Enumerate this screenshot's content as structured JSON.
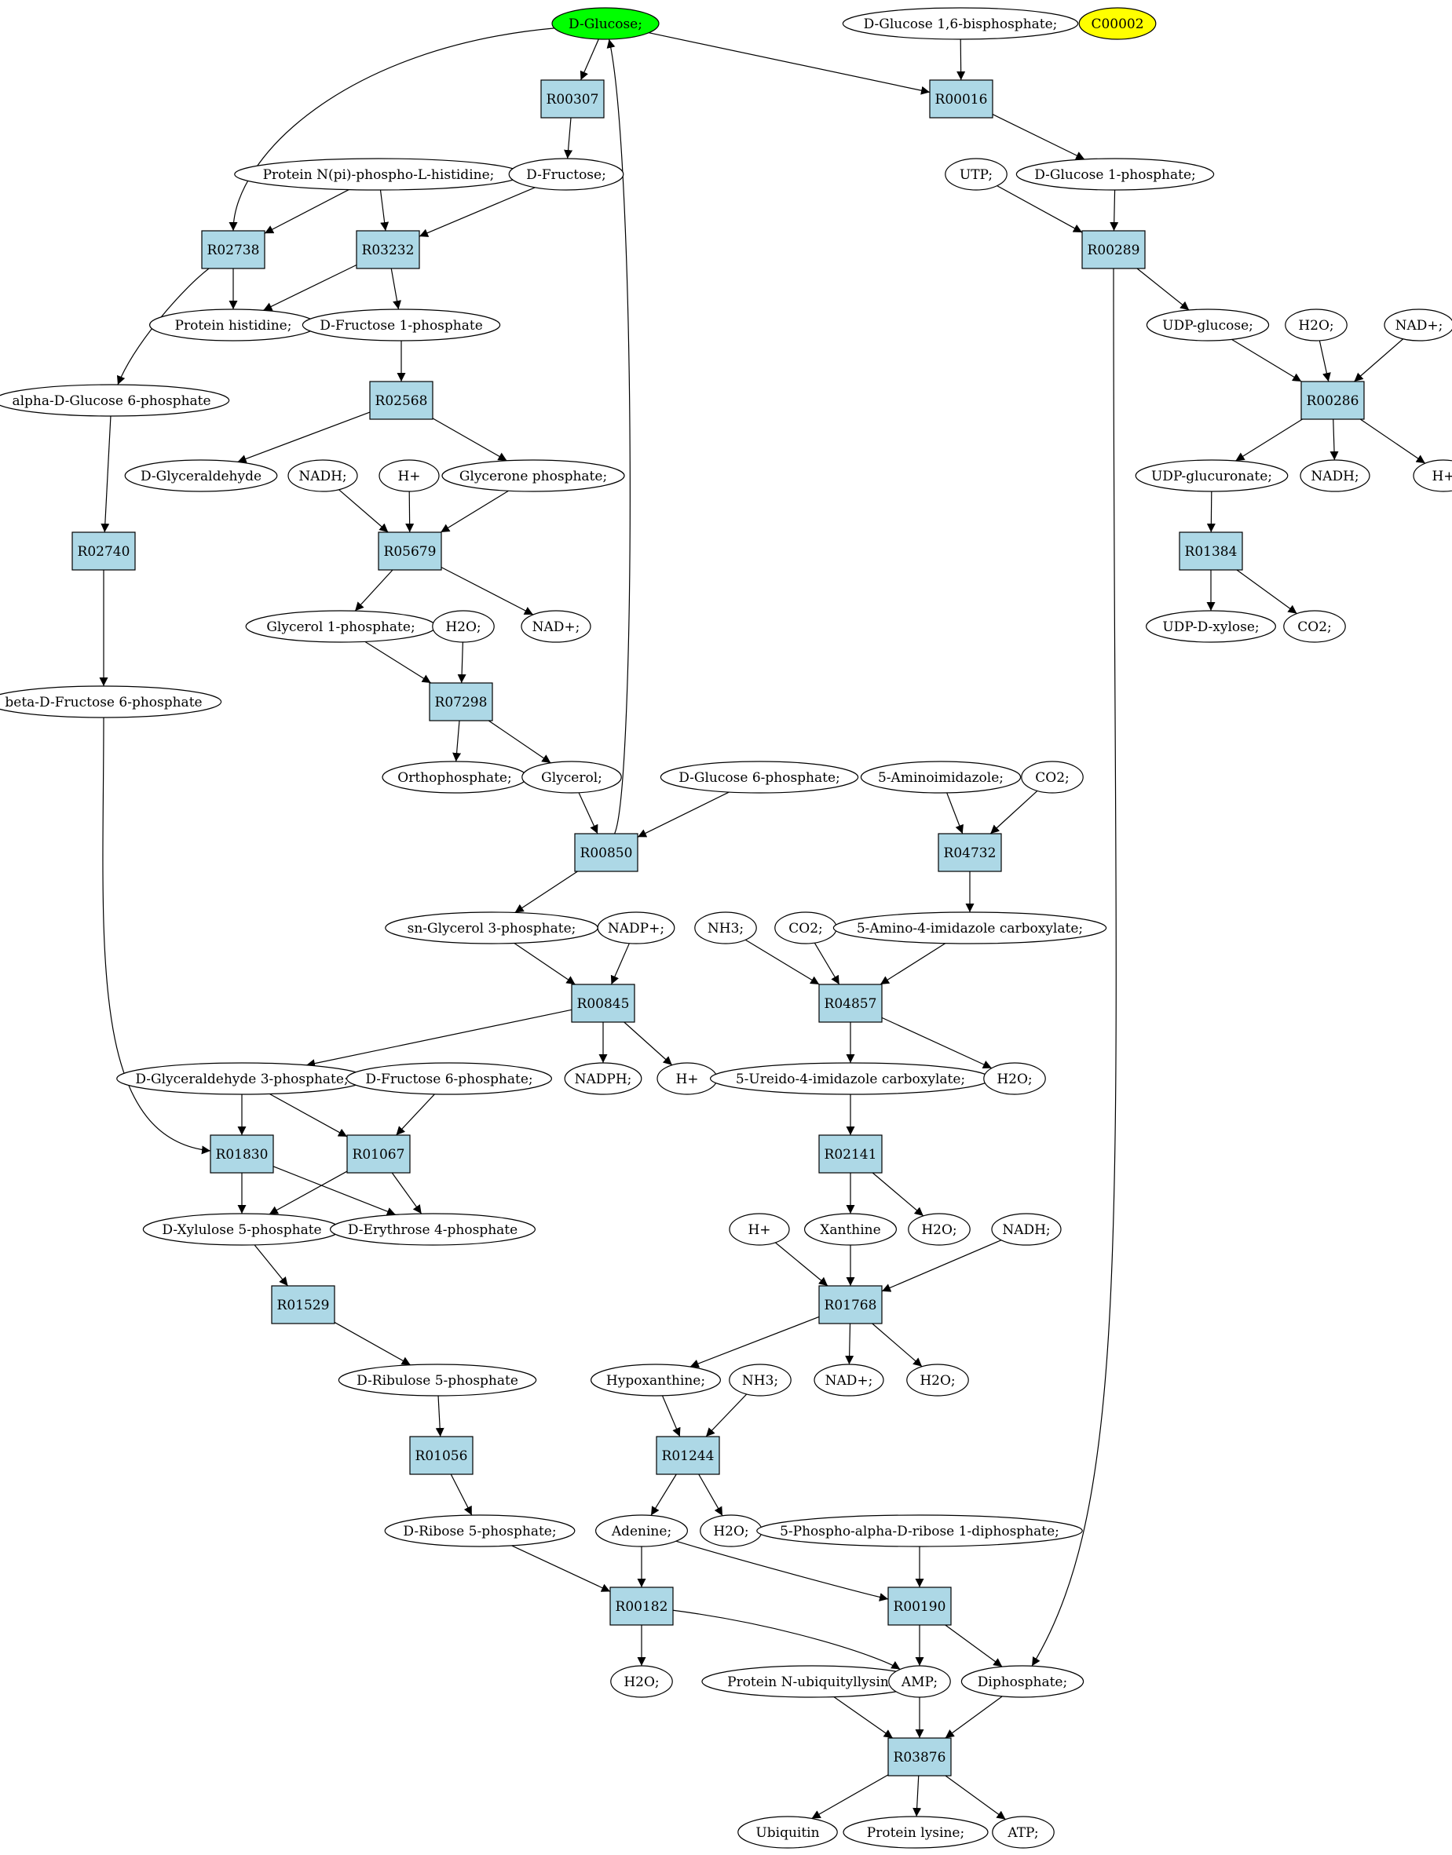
{
  "colors": {
    "reaction_fill": "#add8e6",
    "compound_fill": "#ffffff",
    "start_fill": "#00ff00",
    "highlight_fill": "#ffff00",
    "stroke": "#000000"
  },
  "nodes": [
    {
      "id": "glucose",
      "label": "D-Glucose;",
      "kind": "compound",
      "style": "start"
    },
    {
      "id": "g16bp",
      "label": "D-Glucose 1,6-bisphosphate;",
      "kind": "compound"
    },
    {
      "id": "c00002",
      "label": "C00002",
      "kind": "compound",
      "style": "highlight"
    },
    {
      "id": "R00307",
      "label": "R00307",
      "kind": "reaction"
    },
    {
      "id": "R00016",
      "label": "R00016",
      "kind": "reaction"
    },
    {
      "id": "protnphos",
      "label": "Protein N(pi)-phospho-L-histidine;",
      "kind": "compound"
    },
    {
      "id": "fructose",
      "label": "D-Fructose;",
      "kind": "compound"
    },
    {
      "id": "utp",
      "label": "UTP;",
      "kind": "compound"
    },
    {
      "id": "g1p",
      "label": "D-Glucose 1-phosphate;",
      "kind": "compound"
    },
    {
      "id": "R02738",
      "label": "R02738",
      "kind": "reaction"
    },
    {
      "id": "R03232",
      "label": "R03232",
      "kind": "reaction"
    },
    {
      "id": "R00289",
      "label": "R00289",
      "kind": "reaction"
    },
    {
      "id": "protHis",
      "label": "Protein histidine;",
      "kind": "compound"
    },
    {
      "id": "f1p",
      "label": "D-Fructose 1-phosphate",
      "kind": "compound"
    },
    {
      "id": "udpglc",
      "label": "UDP-glucose;",
      "kind": "compound"
    },
    {
      "id": "h2o_a",
      "label": "H2O;",
      "kind": "compound"
    },
    {
      "id": "nadp_a",
      "label": "NAD+;",
      "kind": "compound"
    },
    {
      "id": "ag6p",
      "label": "alpha-D-Glucose 6-phosphate",
      "kind": "compound"
    },
    {
      "id": "R02568",
      "label": "R02568",
      "kind": "reaction"
    },
    {
      "id": "R00286",
      "label": "R00286",
      "kind": "reaction"
    },
    {
      "id": "glyald",
      "label": "D-Glyceraldehyde",
      "kind": "compound"
    },
    {
      "id": "nadh_a",
      "label": "NADH;",
      "kind": "compound"
    },
    {
      "id": "hp_a",
      "label": "H+",
      "kind": "compound"
    },
    {
      "id": "glyconeP",
      "label": "Glycerone phosphate;",
      "kind": "compound"
    },
    {
      "id": "udpglcuro",
      "label": "UDP-glucuronate;",
      "kind": "compound"
    },
    {
      "id": "nadh_b",
      "label": "NADH;",
      "kind": "compound"
    },
    {
      "id": "hp_b",
      "label": "H+",
      "kind": "compound"
    },
    {
      "id": "R02740",
      "label": "R02740",
      "kind": "reaction"
    },
    {
      "id": "R05679",
      "label": "R05679",
      "kind": "reaction"
    },
    {
      "id": "R01384",
      "label": "R01384",
      "kind": "reaction"
    },
    {
      "id": "glyc1p",
      "label": "Glycerol 1-phosphate;",
      "kind": "compound"
    },
    {
      "id": "h2o_b",
      "label": "H2O;",
      "kind": "compound"
    },
    {
      "id": "nadp_b",
      "label": "NAD+;",
      "kind": "compound"
    },
    {
      "id": "udpxyl",
      "label": "UDP-D-xylose;",
      "kind": "compound"
    },
    {
      "id": "co2_a",
      "label": "CO2;",
      "kind": "compound"
    },
    {
      "id": "bf6p",
      "label": "beta-D-Fructose 6-phosphate",
      "kind": "compound"
    },
    {
      "id": "R07298",
      "label": "R07298",
      "kind": "reaction"
    },
    {
      "id": "orthoP",
      "label": "Orthophosphate;",
      "kind": "compound"
    },
    {
      "id": "glycerol",
      "label": "Glycerol;",
      "kind": "compound"
    },
    {
      "id": "g6p",
      "label": "D-Glucose 6-phosphate;",
      "kind": "compound"
    },
    {
      "id": "aminoimid",
      "label": "5-Aminoimidazole;",
      "kind": "compound"
    },
    {
      "id": "co2_b",
      "label": "CO2;",
      "kind": "compound"
    },
    {
      "id": "R00850",
      "label": "R00850",
      "kind": "reaction"
    },
    {
      "id": "R04732",
      "label": "R04732",
      "kind": "reaction"
    },
    {
      "id": "snglyc3p",
      "label": "sn-Glycerol 3-phosphate;",
      "kind": "compound"
    },
    {
      "id": "nadpplus",
      "label": "NADP+;",
      "kind": "compound"
    },
    {
      "id": "nh3_a",
      "label": "NH3;",
      "kind": "compound"
    },
    {
      "id": "co2_c",
      "label": "CO2;",
      "kind": "compound"
    },
    {
      "id": "aica",
      "label": "5-Amino-4-imidazole carboxylate;",
      "kind": "compound"
    },
    {
      "id": "R00845",
      "label": "R00845",
      "kind": "reaction"
    },
    {
      "id": "R04857",
      "label": "R04857",
      "kind": "reaction"
    },
    {
      "id": "gap",
      "label": "D-Glyceraldehyde 3-phosphate;",
      "kind": "compound"
    },
    {
      "id": "f6p",
      "label": "D-Fructose 6-phosphate;",
      "kind": "compound"
    },
    {
      "id": "nadph",
      "label": "NADPH;",
      "kind": "compound"
    },
    {
      "id": "hp_c",
      "label": "H+",
      "kind": "compound"
    },
    {
      "id": "ureido",
      "label": "5-Ureido-4-imidazole carboxylate;",
      "kind": "compound"
    },
    {
      "id": "h2o_c",
      "label": "H2O;",
      "kind": "compound"
    },
    {
      "id": "R01830",
      "label": "R01830",
      "kind": "reaction"
    },
    {
      "id": "R01067",
      "label": "R01067",
      "kind": "reaction"
    },
    {
      "id": "R02141",
      "label": "R02141",
      "kind": "reaction"
    },
    {
      "id": "xu5p",
      "label": "D-Xylulose 5-phosphate",
      "kind": "compound"
    },
    {
      "id": "e4p",
      "label": "D-Erythrose 4-phosphate",
      "kind": "compound"
    },
    {
      "id": "hp_d",
      "label": "H+",
      "kind": "compound"
    },
    {
      "id": "xanthine",
      "label": "Xanthine",
      "kind": "compound"
    },
    {
      "id": "h2o_d",
      "label": "H2O;",
      "kind": "compound"
    },
    {
      "id": "nadh_c",
      "label": "NADH;",
      "kind": "compound"
    },
    {
      "id": "R01529",
      "label": "R01529",
      "kind": "reaction"
    },
    {
      "id": "R01768",
      "label": "R01768",
      "kind": "reaction"
    },
    {
      "id": "ru5p",
      "label": "D-Ribulose 5-phosphate",
      "kind": "compound"
    },
    {
      "id": "hypox",
      "label": "Hypoxanthine;",
      "kind": "compound"
    },
    {
      "id": "nh3_b",
      "label": "NH3;",
      "kind": "compound"
    },
    {
      "id": "nadp_c",
      "label": "NAD+;",
      "kind": "compound"
    },
    {
      "id": "h2o_e",
      "label": "H2O;",
      "kind": "compound"
    },
    {
      "id": "R01056",
      "label": "R01056",
      "kind": "reaction"
    },
    {
      "id": "R01244",
      "label": "R01244",
      "kind": "reaction"
    },
    {
      "id": "r5p",
      "label": "D-Ribose 5-phosphate;",
      "kind": "compound"
    },
    {
      "id": "adenine",
      "label": "Adenine;",
      "kind": "compound"
    },
    {
      "id": "h2o_f",
      "label": "H2O;",
      "kind": "compound"
    },
    {
      "id": "prpp",
      "label": "5-Phospho-alpha-D-ribose 1-diphosphate;",
      "kind": "compound"
    },
    {
      "id": "R00182",
      "label": "R00182",
      "kind": "reaction"
    },
    {
      "id": "R00190",
      "label": "R00190",
      "kind": "reaction"
    },
    {
      "id": "h2o_g",
      "label": "H2O;",
      "kind": "compound"
    },
    {
      "id": "protubq",
      "label": "Protein N-ubiquityllysine",
      "kind": "compound"
    },
    {
      "id": "amp",
      "label": "AMP;",
      "kind": "compound"
    },
    {
      "id": "diphos",
      "label": "Diphosphate;",
      "kind": "compound"
    },
    {
      "id": "R03876",
      "label": "R03876",
      "kind": "reaction"
    },
    {
      "id": "ubiquitin",
      "label": "Ubiquitin",
      "kind": "compound"
    },
    {
      "id": "protlys",
      "label": "Protein lysine;",
      "kind": "compound"
    },
    {
      "id": "atp",
      "label": "ATP;",
      "kind": "compound"
    }
  ],
  "edges": [
    [
      "glucose",
      "R00307"
    ],
    [
      "glucose",
      "R00016"
    ],
    [
      "glucose",
      "R02738"
    ],
    [
      "g16bp",
      "R00016"
    ],
    [
      "R00307",
      "fructose"
    ],
    [
      "R00016",
      "g1p"
    ],
    [
      "protnphos",
      "R02738"
    ],
    [
      "protnphos",
      "R03232"
    ],
    [
      "fructose",
      "R03232"
    ],
    [
      "utp",
      "R00289"
    ],
    [
      "g1p",
      "R00289"
    ],
    [
      "R02738",
      "protHis"
    ],
    [
      "R02738",
      "ag6p"
    ],
    [
      "R03232",
      "protHis"
    ],
    [
      "R03232",
      "f1p"
    ],
    [
      "R00289",
      "udpglc"
    ],
    [
      "R00289",
      "diphos"
    ],
    [
      "f1p",
      "R02568"
    ],
    [
      "udpglc",
      "R00286"
    ],
    [
      "h2o_a",
      "R00286"
    ],
    [
      "nadp_a",
      "R00286"
    ],
    [
      "ag6p",
      "R02740"
    ],
    [
      "R02568",
      "glyald"
    ],
    [
      "R02568",
      "glyconeP"
    ],
    [
      "R00286",
      "udpglcuro"
    ],
    [
      "R00286",
      "nadh_b"
    ],
    [
      "R00286",
      "hp_b"
    ],
    [
      "nadh_a",
      "R05679"
    ],
    [
      "hp_a",
      "R05679"
    ],
    [
      "glyconeP",
      "R05679"
    ],
    [
      "udpglcuro",
      "R01384"
    ],
    [
      "R02740",
      "bf6p"
    ],
    [
      "R05679",
      "glyc1p"
    ],
    [
      "R05679",
      "nadp_b"
    ],
    [
      "R01384",
      "udpxyl"
    ],
    [
      "R01384",
      "co2_a"
    ],
    [
      "glyc1p",
      "R07298"
    ],
    [
      "h2o_b",
      "R07298"
    ],
    [
      "R07298",
      "orthoP"
    ],
    [
      "R07298",
      "glycerol"
    ],
    [
      "glycerol",
      "R00850"
    ],
    [
      "g6p",
      "R00850"
    ],
    [
      "R00850",
      "glucose"
    ],
    [
      "R00850",
      "snglyc3p"
    ],
    [
      "aminoimid",
      "R04732"
    ],
    [
      "co2_b",
      "R04732"
    ],
    [
      "R04732",
      "aica"
    ],
    [
      "snglyc3p",
      "R00845"
    ],
    [
      "nadpplus",
      "R00845"
    ],
    [
      "R00845",
      "gap"
    ],
    [
      "R00845",
      "nadph"
    ],
    [
      "R00845",
      "hp_c"
    ],
    [
      "nh3_a",
      "R04857"
    ],
    [
      "co2_c",
      "R04857"
    ],
    [
      "aica",
      "R04857"
    ],
    [
      "R04857",
      "ureido"
    ],
    [
      "R04857",
      "h2o_c"
    ],
    [
      "bf6p",
      "R01830"
    ],
    [
      "gap",
      "R01830"
    ],
    [
      "gap",
      "R01067"
    ],
    [
      "f6p",
      "R01067"
    ],
    [
      "R01830",
      "xu5p"
    ],
    [
      "R01830",
      "e4p"
    ],
    [
      "R01067",
      "xu5p"
    ],
    [
      "R01067",
      "e4p"
    ],
    [
      "ureido",
      "R02141"
    ],
    [
      "R02141",
      "xanthine"
    ],
    [
      "R02141",
      "h2o_d"
    ],
    [
      "xu5p",
      "R01529"
    ],
    [
      "R01529",
      "ru5p"
    ],
    [
      "hp_d",
      "R01768"
    ],
    [
      "xanthine",
      "R01768"
    ],
    [
      "nadh_c",
      "R01768"
    ],
    [
      "R01768",
      "hypox"
    ],
    [
      "R01768",
      "nadp_c"
    ],
    [
      "R01768",
      "h2o_e"
    ],
    [
      "ru5p",
      "R01056"
    ],
    [
      "R01056",
      "r5p"
    ],
    [
      "hypox",
      "R01244"
    ],
    [
      "nh3_b",
      "R01244"
    ],
    [
      "R01244",
      "adenine"
    ],
    [
      "R01244",
      "h2o_f"
    ],
    [
      "r5p",
      "R00182"
    ],
    [
      "adenine",
      "R00182"
    ],
    [
      "adenine",
      "R00190"
    ],
    [
      "prpp",
      "R00190"
    ],
    [
      "R00182",
      "h2o_g"
    ],
    [
      "R00182",
      "amp"
    ],
    [
      "R00190",
      "amp"
    ],
    [
      "R00190",
      "diphos"
    ],
    [
      "protubq",
      "R03876"
    ],
    [
      "amp",
      "R03876"
    ],
    [
      "diphos",
      "R03876"
    ],
    [
      "R03876",
      "ubiquitin"
    ],
    [
      "R03876",
      "protlys"
    ],
    [
      "R03876",
      "atp"
    ]
  ]
}
